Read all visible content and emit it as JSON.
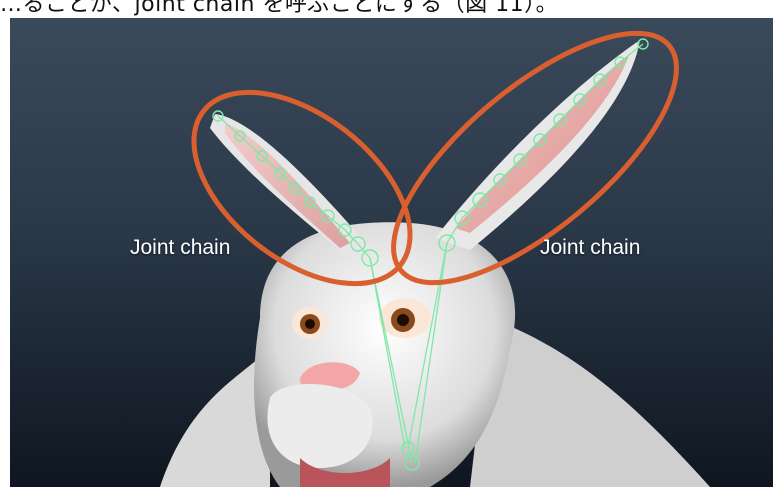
{
  "caption": "…ることが、joint chain を呼ぶことにする（図 11）。",
  "annotations": {
    "left_label": "Joint chain",
    "right_label": "Joint chain"
  },
  "colors": {
    "ellipse": "#d9602e",
    "joint": "#7fe8a6",
    "background_top": "#3b4a5b",
    "background_bottom": "#0f1620"
  },
  "icons": [
    "joint-node-icon"
  ]
}
